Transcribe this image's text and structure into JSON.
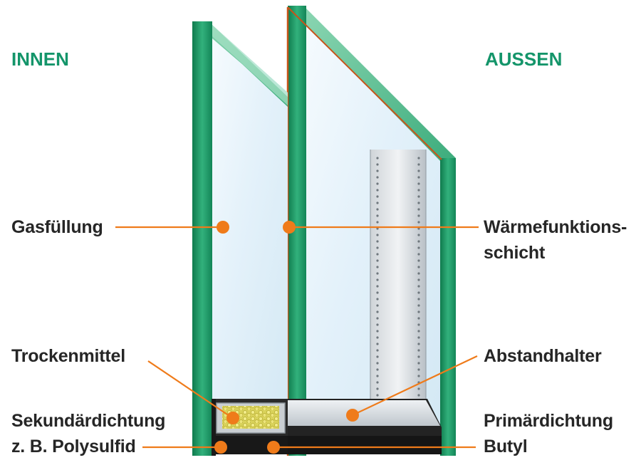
{
  "colors": {
    "glass_edge": "#1f9a66",
    "glass_edge_dark": "#137a4e",
    "glass_face": "#e6f3fb",
    "accent": "#ef7b1a",
    "side_label": "#14956a",
    "label": "#262626",
    "coating": "#c8541a"
  },
  "sides": {
    "inside": "INNEN",
    "outside": "AUSSEN"
  },
  "labels": {
    "gas": "Gasfüllung",
    "coating_line1": "Wärmefunktions-",
    "coating_line2": "schicht",
    "desiccant": "Trockenmittel",
    "spacer": "Abstandhalter",
    "secondary_line1": "Sekundärdichtung",
    "secondary_line2": "z. B. Polysulfid",
    "primary_line1": "Primärdichtung",
    "primary_line2": "Butyl"
  }
}
